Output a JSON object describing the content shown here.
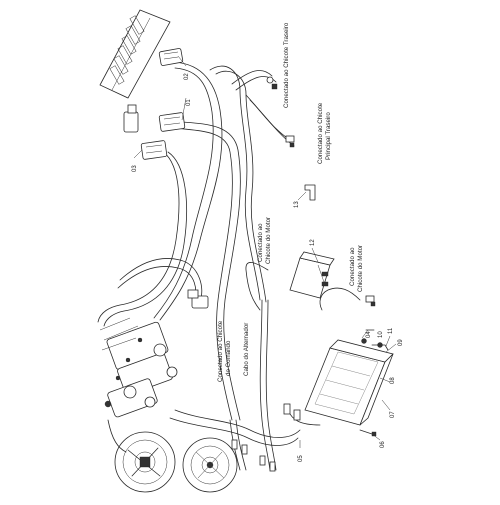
{
  "diagram": {
    "labels": {
      "rear_harness": "Conectado ao Chicote Traseiro",
      "main_rear_harness_line1": "Conectado ao Chicote",
      "main_rear_harness_line2": "Principal Traseiro",
      "motor_harness_top_line1": "Conectado ao",
      "motor_harness_top_line2": "Chicote do Motor",
      "motor_harness_right": "Conectado ao Chicote do Motor",
      "command_harness_line1": "Conectado ao Chicote",
      "command_harness_line2": "do Comando",
      "alternator_cable": "Cabo do Alternador"
    },
    "callouts": {
      "c01": "01",
      "c02": "02",
      "c03": "03",
      "c04": "04",
      "c05": "05",
      "c06": "06",
      "c07": "07",
      "c08": "08",
      "c09": "09",
      "c10": "10",
      "c11": "11",
      "c12": "12",
      "c13": "13"
    }
  }
}
